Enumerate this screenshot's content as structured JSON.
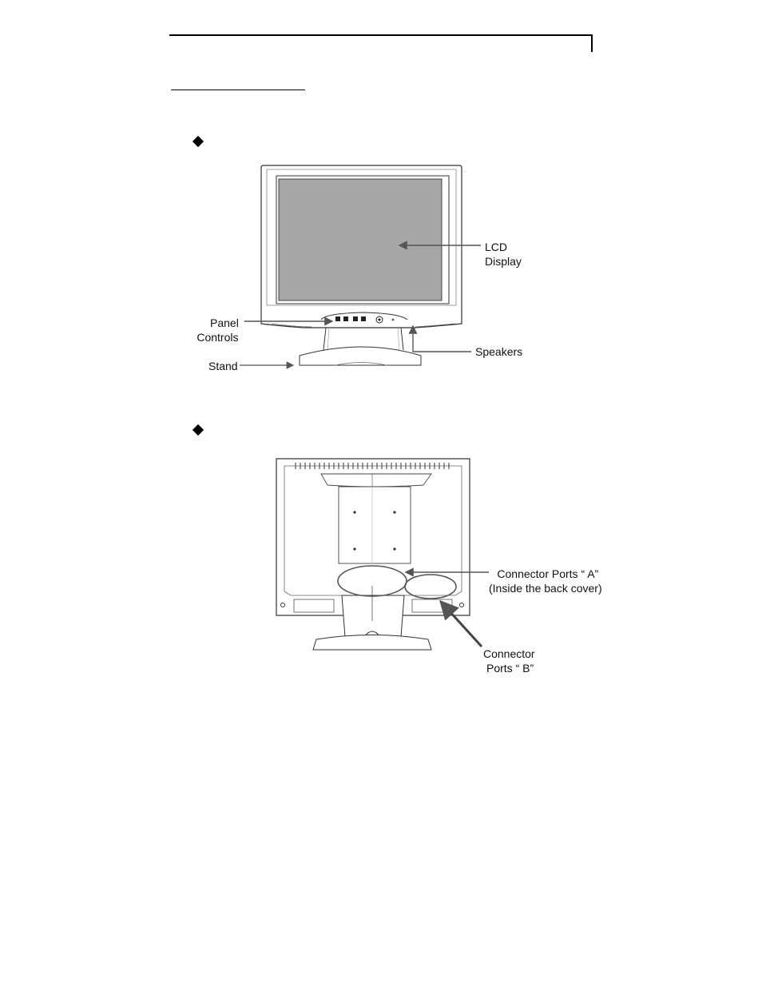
{
  "front_view": {
    "labels": {
      "lcd_display_line1": "LCD",
      "lcd_display_line2": "Display",
      "panel_controls_line1": "Panel",
      "panel_controls_line2": "Controls",
      "stand": "Stand",
      "speakers": "Speakers"
    }
  },
  "rear_view": {
    "labels": {
      "connector_a_line1": "Connector Ports “ A”",
      "connector_a_line2": "(Inside the back cover)",
      "connector_b_line1": "Connector",
      "connector_b_line2": "Ports “ B”"
    }
  }
}
